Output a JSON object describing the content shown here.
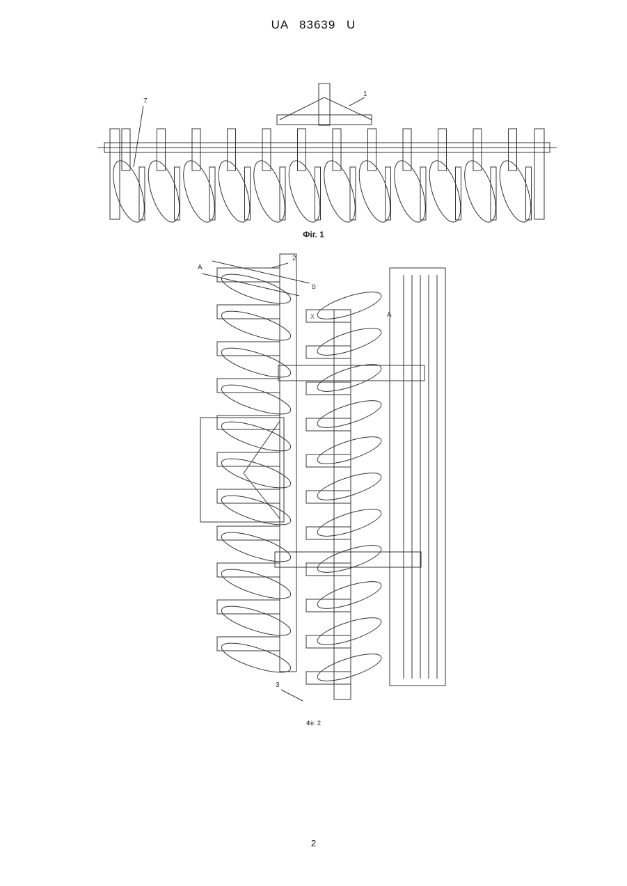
{
  "header": {
    "patent_number": "UA   83639   U"
  },
  "figure1": {
    "caption": "Фіг. 1",
    "callouts": [
      "7",
      "1"
    ]
  },
  "figure2": {
    "caption": "Фіг. 2",
    "callouts": [
      "2",
      "3",
      "A",
      "A",
      "B",
      "X"
    ]
  },
  "page": {
    "number": "2"
  }
}
